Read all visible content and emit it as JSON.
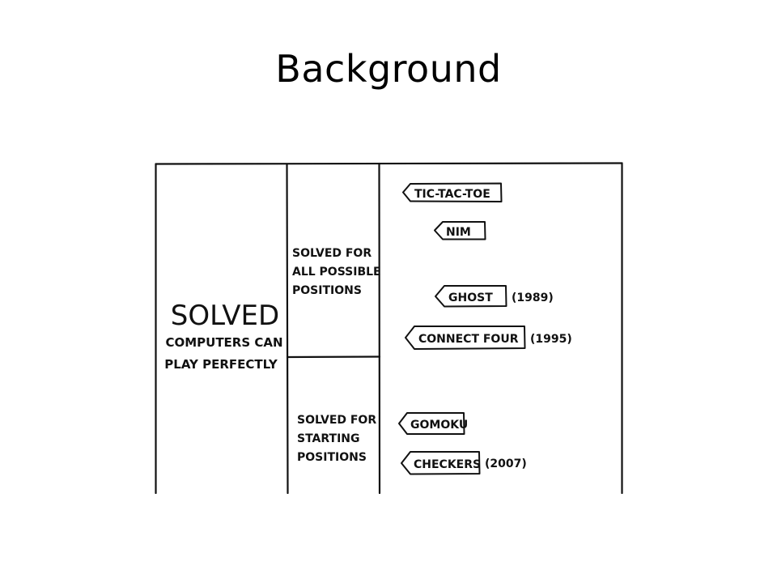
{
  "slide": {
    "title": "Background"
  },
  "comic": {
    "solved": {
      "heading": "SOLVED",
      "line1": "COMPUTERS CAN",
      "line2": "PLAY PERFECTLY"
    },
    "all_positions": [
      "SOLVED FOR",
      "ALL POSSIBLE",
      "POSITIONS"
    ],
    "starting_positions": [
      "SOLVED FOR",
      "STARTING",
      "POSITIONS"
    ],
    "games": [
      {
        "name": "TIC-TAC-TOE",
        "year": ""
      },
      {
        "name": "NIM",
        "year": ""
      },
      {
        "name": "GHOST",
        "year": "(1989)"
      },
      {
        "name": "CONNECT FOUR",
        "year": "(1995)"
      },
      {
        "name": "GOMOKU",
        "year": ""
      },
      {
        "name": "CHECKERS",
        "year": "(2007)"
      }
    ]
  }
}
